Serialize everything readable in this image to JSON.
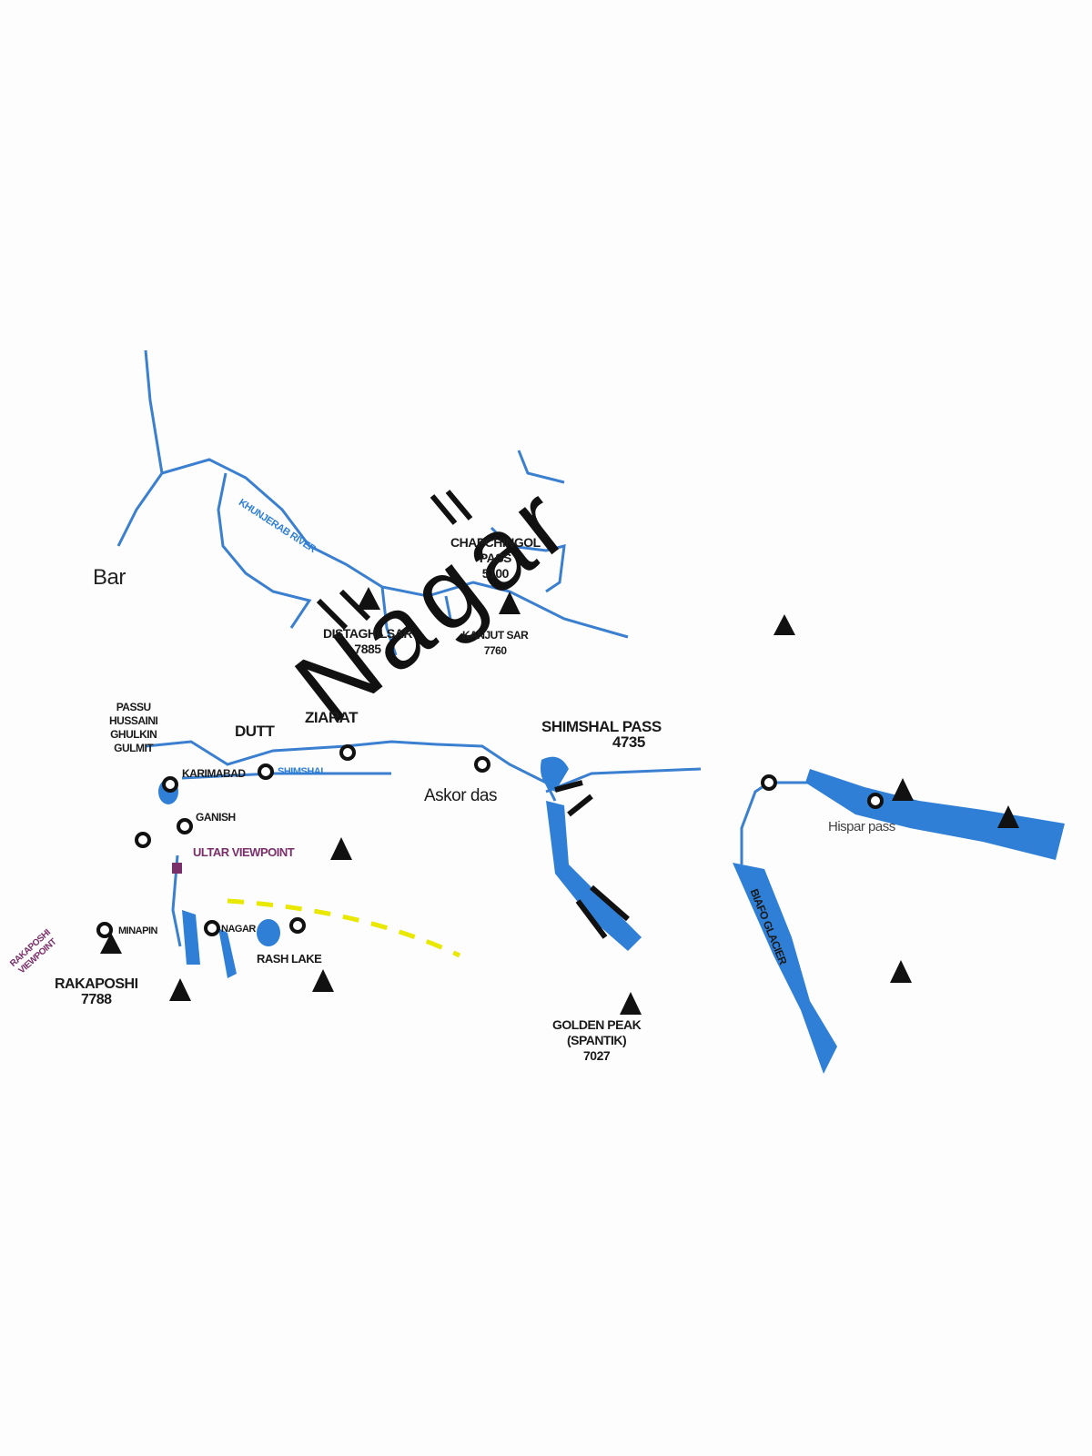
{
  "colors": {
    "river": "#3a7fd0",
    "glacier": "#2f7fd6",
    "marker": "#111111",
    "viewpoint": "#7a2f6a",
    "trail": "#e8e800"
  },
  "region_label": "Nagar",
  "places": {
    "bar": "Bar",
    "chapchingol": {
      "name": "CHAPCHINGOL",
      "line2": "PASS",
      "elev": "5100"
    },
    "distaghilsar": {
      "name": "DISTAGHILSAR",
      "elev": "7885"
    },
    "kanjut": {
      "name": "KANJUT SAR",
      "elev": "7760"
    },
    "passu": [
      "PASSU",
      "HUSSAINI",
      "GHULKIN",
      "GULMIT"
    ],
    "dutt": "DUTT",
    "ziarat": "ZIARAT",
    "karimabad": "KARIMABAD",
    "shimshal_river": "SHIMSHAL",
    "river_north": "KHUNJERAB RIVER",
    "ganish": "GANISH",
    "ultar": "ULTAR VIEWPOINT",
    "askor": "Askor das",
    "shimshal_pass": {
      "name": "SHIMSHAL PASS",
      "elev": "4735"
    },
    "hispar": "Hispar pass",
    "biafo": "BIAFO GLACIER",
    "golden": {
      "name": "GOLDEN PEAK",
      "alt": "(SPANTIK)",
      "elev": "7027"
    },
    "minapin": "MINAPIN",
    "nagar_town": "NAGAR",
    "rash": "RASH LAKE",
    "rakaposhi": {
      "name": "RAKAPOSHI",
      "elev": "7788"
    },
    "rakaposhi_vp": [
      "RAKAPOSHI",
      "VIEWPOINT"
    ]
  }
}
